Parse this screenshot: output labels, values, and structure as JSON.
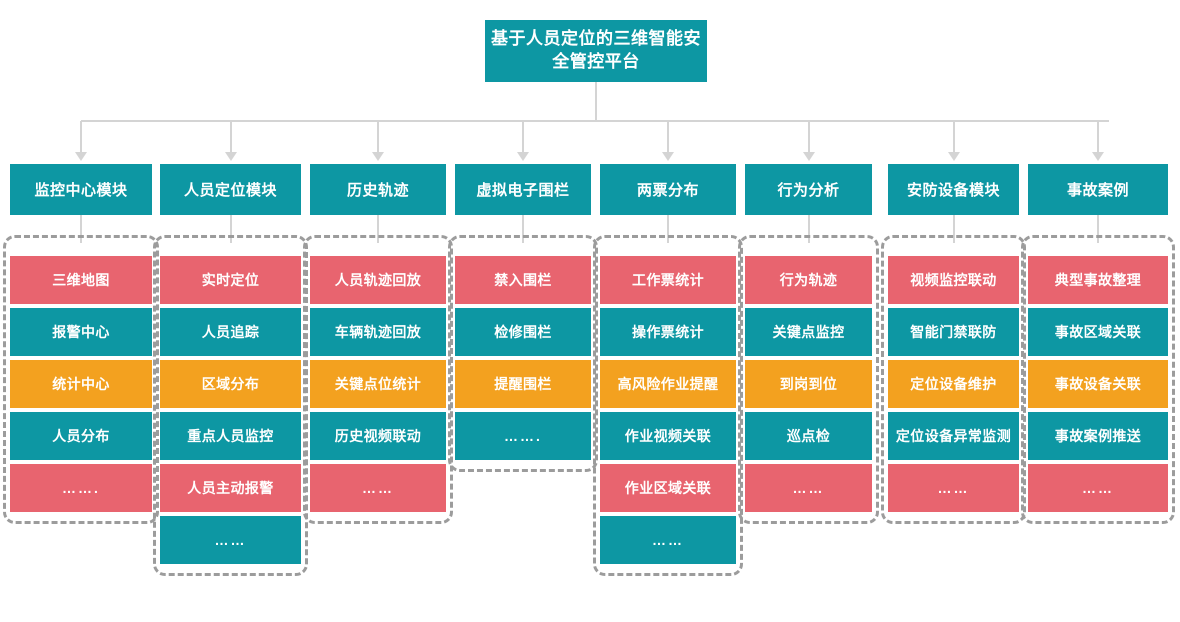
{
  "diagram": {
    "title": "基于人员定位的三维智能安全管控平台",
    "type": "hierarchy-tree",
    "colors": {
      "teal": "#0d97a3",
      "red": "#e8646f",
      "orange": "#f3a11f",
      "connector": "#d4d4d4",
      "group_border": "#9c9c9c",
      "background": "#ffffff"
    },
    "columns": [
      {
        "header": "监控中心模块",
        "items": [
          {
            "label": "三维地图",
            "color": "red"
          },
          {
            "label": "报警中心",
            "color": "teal"
          },
          {
            "label": "统计中心",
            "color": "orange"
          },
          {
            "label": "人员分布",
            "color": "teal"
          },
          {
            "label": "…….",
            "color": "red"
          }
        ]
      },
      {
        "header": "人员定位模块",
        "items": [
          {
            "label": "实时定位",
            "color": "red"
          },
          {
            "label": "人员追踪",
            "color": "teal"
          },
          {
            "label": "区域分布",
            "color": "orange"
          },
          {
            "label": "重点人员监控",
            "color": "teal"
          },
          {
            "label": "人员主动报警",
            "color": "red"
          },
          {
            "label": "……",
            "color": "teal"
          }
        ]
      },
      {
        "header": "历史轨迹",
        "items": [
          {
            "label": "人员轨迹回放",
            "color": "red"
          },
          {
            "label": "车辆轨迹回放",
            "color": "teal"
          },
          {
            "label": "关键点位统计",
            "color": "orange"
          },
          {
            "label": "历史视频联动",
            "color": "teal"
          },
          {
            "label": "……",
            "color": "red"
          }
        ]
      },
      {
        "header": "虚拟电子围栏",
        "items": [
          {
            "label": "禁入围栏",
            "color": "red"
          },
          {
            "label": "检修围栏",
            "color": "teal"
          },
          {
            "label": "提醒围栏",
            "color": "orange"
          },
          {
            "label": "…….",
            "color": "teal"
          }
        ]
      },
      {
        "header": "两票分布",
        "items": [
          {
            "label": "工作票统计",
            "color": "red"
          },
          {
            "label": "操作票统计",
            "color": "teal"
          },
          {
            "label": "高风险作业提醒",
            "color": "orange"
          },
          {
            "label": "作业视频关联",
            "color": "teal"
          },
          {
            "label": "作业区域关联",
            "color": "red"
          },
          {
            "label": "……",
            "color": "teal"
          }
        ]
      },
      {
        "header": "行为分析",
        "items": [
          {
            "label": "行为轨迹",
            "color": "red"
          },
          {
            "label": "关键点监控",
            "color": "teal"
          },
          {
            "label": "到岗到位",
            "color": "orange"
          },
          {
            "label": "巡点检",
            "color": "teal"
          },
          {
            "label": "……",
            "color": "red"
          }
        ]
      },
      {
        "header": "安防设备模块",
        "items": [
          {
            "label": "视频监控联动",
            "color": "red"
          },
          {
            "label": "智能门禁联防",
            "color": "teal"
          },
          {
            "label": "定位设备维护",
            "color": "orange"
          },
          {
            "label": "定位设备异常监测",
            "color": "teal"
          },
          {
            "label": "……",
            "color": "red"
          }
        ]
      },
      {
        "header": "事故案例",
        "items": [
          {
            "label": "典型事故整理",
            "color": "red"
          },
          {
            "label": "事故区域关联",
            "color": "teal"
          },
          {
            "label": "事故设备关联",
            "color": "orange"
          },
          {
            "label": "事故案例推送",
            "color": "teal"
          },
          {
            "label": "……",
            "color": "red"
          }
        ]
      }
    ]
  }
}
